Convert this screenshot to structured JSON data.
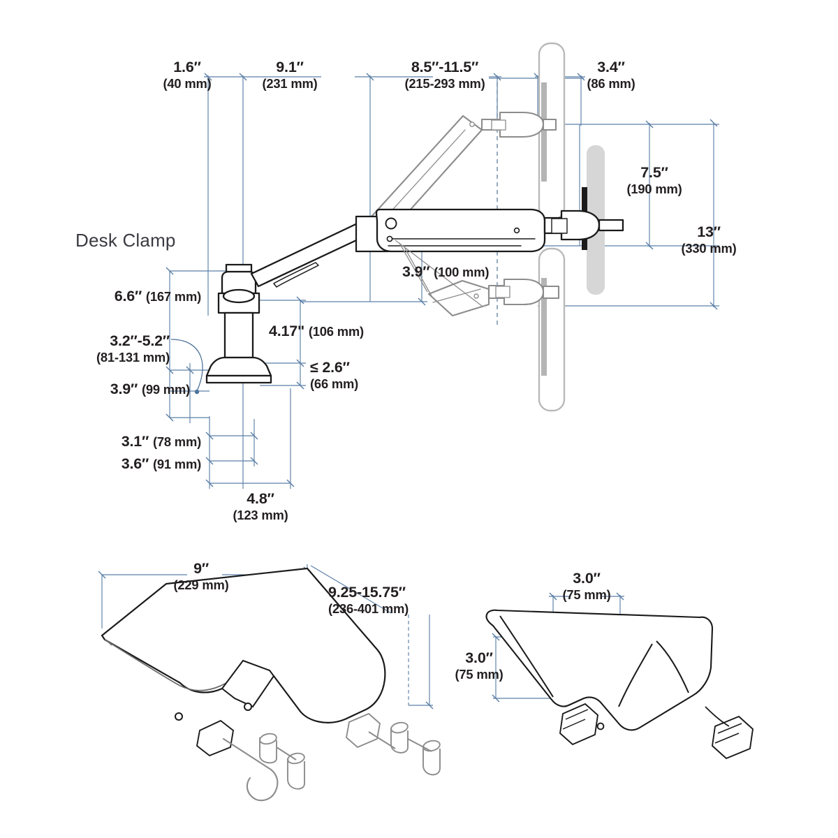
{
  "document": {
    "kind": "technical-dimension-drawing",
    "subject": "Desk-mounted monitor arm with laptop tray",
    "background": "#ffffff",
    "colors": {
      "dimension_line": "#5b7fa6",
      "dimension_line_light": "#7b99b8",
      "text": "#231f20",
      "label_gray": "#3a3a42",
      "outline_dark": "#1a1a1a",
      "outline_gray": "#8c8c8c",
      "ghost_gray": "#b9b9b9",
      "panel_fill": "#d9d9d9"
    }
  },
  "annotations": {
    "desk_clamp": "Desk Clamp"
  },
  "dimensions": {
    "top_row": [
      {
        "id": "d-1-6",
        "inch": "1.6″",
        "mm": "(40 mm)"
      },
      {
        "id": "d-9-1",
        "inch": "9.1″",
        "mm": "(231 mm)"
      },
      {
        "id": "d-8-5",
        "inch": "8.5″-11.5″",
        "mm": "(215-293 mm)"
      },
      {
        "id": "d-3-4",
        "inch": "3.4″",
        "mm": "(86 mm)"
      }
    ],
    "right_column": [
      {
        "id": "d-7-5",
        "inch": "7.5″",
        "mm": "(190 mm)"
      },
      {
        "id": "d-13",
        "inch": "13″",
        "mm": "(330 mm)"
      }
    ],
    "center": [
      {
        "id": "d-3-9-100",
        "inch": "3.9″",
        "mm": "(100 mm)",
        "inline": true
      }
    ],
    "left_column": [
      {
        "id": "d-6-6",
        "inch": "6.6″",
        "mm": "(167 mm)",
        "inline": true
      },
      {
        "id": "d-3-2-5-2",
        "inch": "3.2″-5.2″",
        "mm": "(81-131 mm)"
      },
      {
        "id": "d-3-9-99",
        "inch": "3.9″",
        "mm": "(99 mm)",
        "inline": true
      },
      {
        "id": "d-3-1",
        "inch": "3.1″",
        "mm": "(78 mm)",
        "inline": true
      },
      {
        "id": "d-3-6",
        "inch": "3.6″",
        "mm": "(91 mm)",
        "inline": true
      }
    ],
    "clamp_area": [
      {
        "id": "d-4-17",
        "inch": "4.17\"",
        "mm": "(106 mm)",
        "inline": true
      },
      {
        "id": "d-2-6",
        "inch": "≤ 2.6″",
        "mm": "(66 mm)"
      },
      {
        "id": "d-4-8",
        "inch": "4.8″",
        "mm": "(123 mm)"
      }
    ],
    "tray_left": [
      {
        "id": "d-9",
        "inch": "9″",
        "mm": "(229 mm)"
      },
      {
        "id": "d-9-25",
        "inch": "9.25-15.75″",
        "mm": "(236-401 mm)"
      }
    ],
    "tray_right": [
      {
        "id": "d-3-0-h",
        "inch": "3.0″",
        "mm": "(75 mm)"
      },
      {
        "id": "d-3-0-v",
        "inch": "3.0″",
        "mm": "(75 mm)"
      }
    ]
  }
}
